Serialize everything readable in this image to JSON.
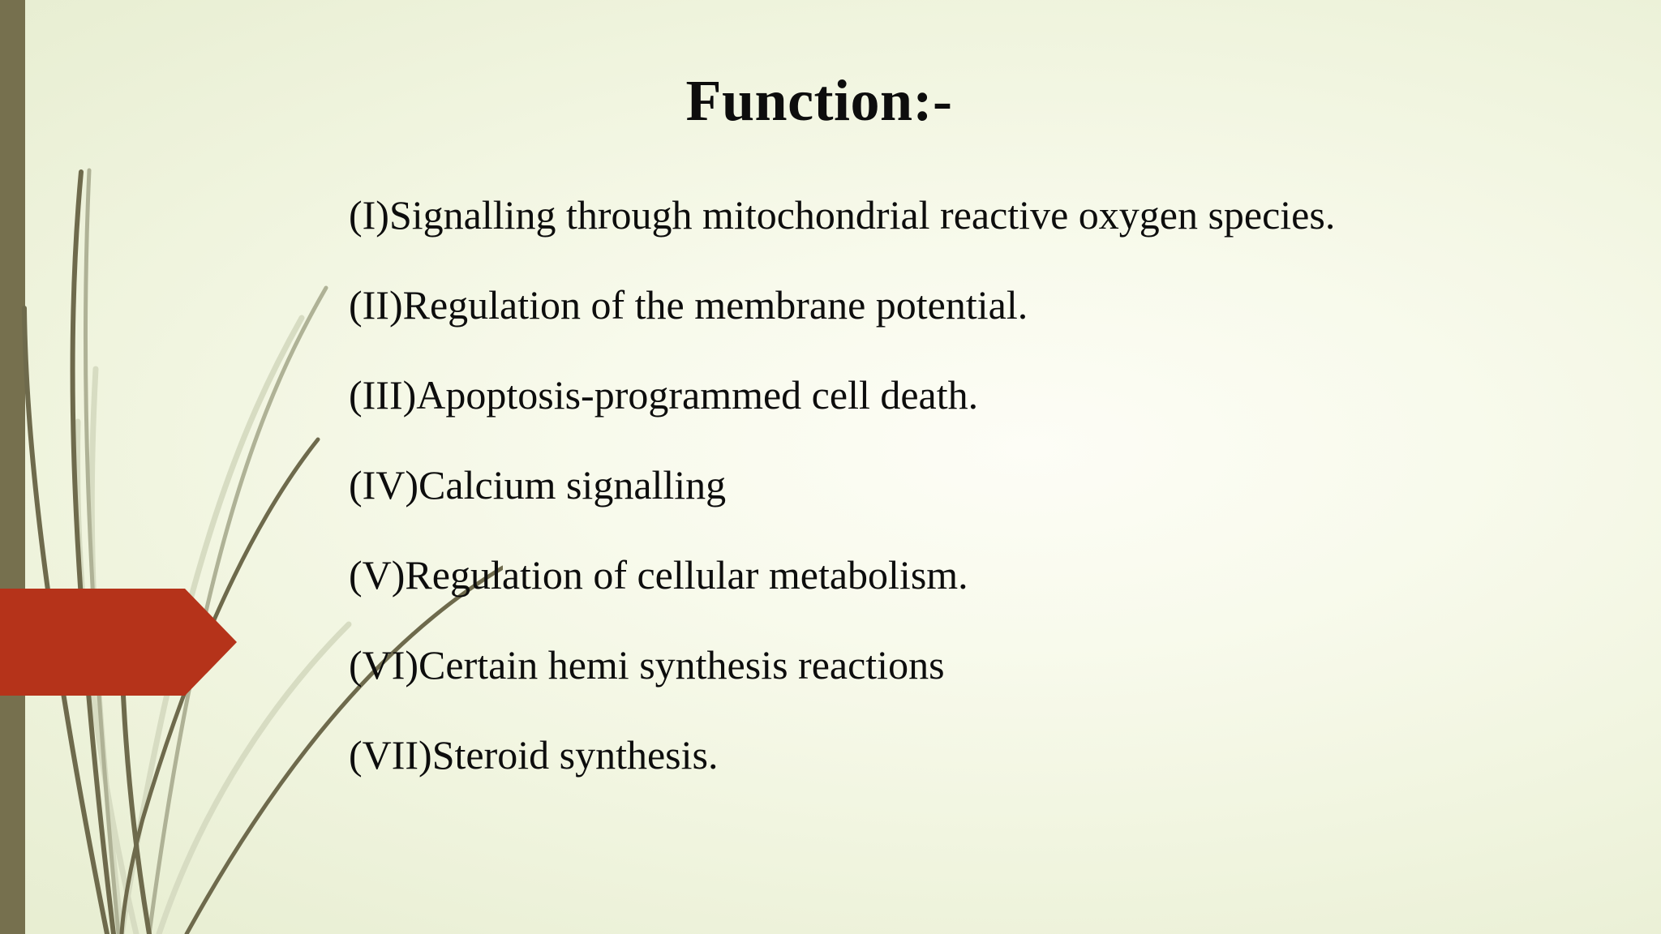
{
  "slide": {
    "title": "Function:-",
    "items": [
      {
        "label": "(I)Signalling through mitochondrial reactive oxygen species."
      },
      {
        "label": "(II)Regulation of the membrane potential."
      },
      {
        "label": "(III)Apoptosis-programmed cell death."
      },
      {
        "label": "(IV)Calcium signalling"
      },
      {
        "label": "(V)Regulation of cellular metabolism."
      },
      {
        "label": "(VI)Certain hemi synthesis reactions"
      },
      {
        "label": "(VII)Steroid synthesis."
      }
    ]
  },
  "decor": {
    "left_band_color": "#76704E",
    "arrow_color": "#B5331A",
    "grass_dark_color": "#6E6A4C",
    "grass_light_color": "#D7DCC2",
    "background_edge_color": "#E2E8C9",
    "background_center_color": "#FDFDF6",
    "text_color": "#0D0D0D",
    "arrow_name": "right-pointing-arrow-banner",
    "band_name": "left-accent-band",
    "grass_name": "grass-blades-decoration"
  }
}
